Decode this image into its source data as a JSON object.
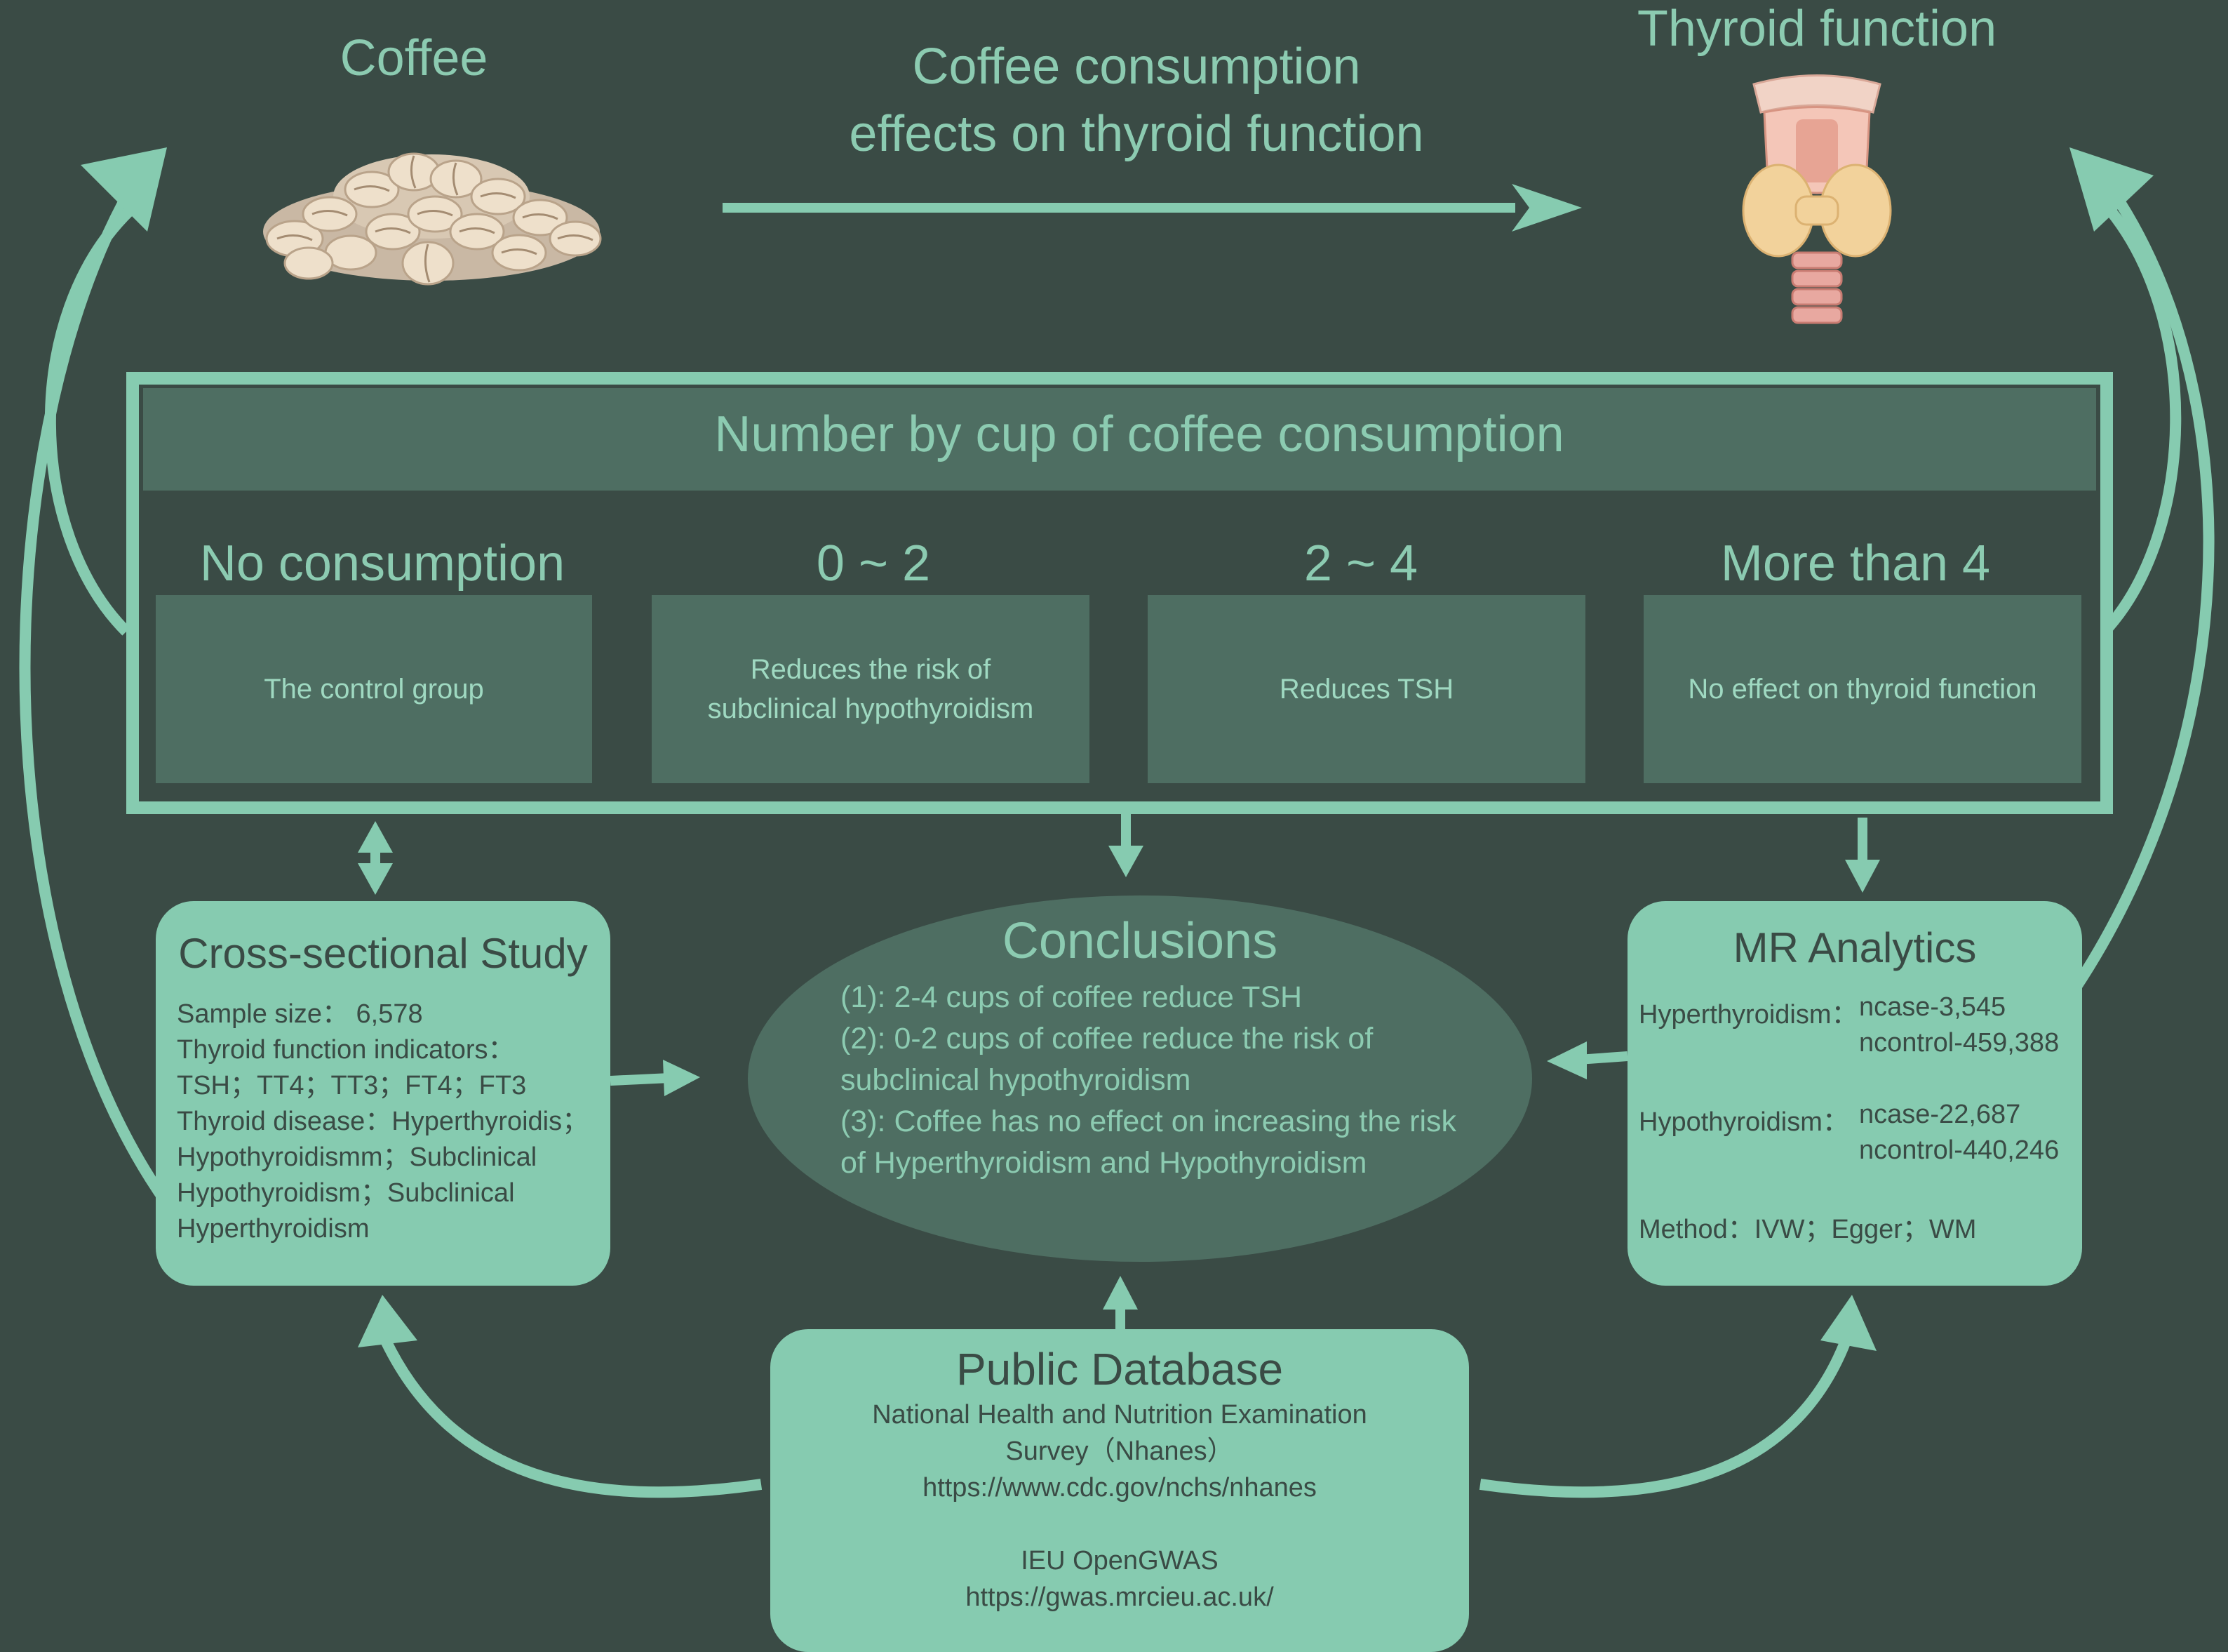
{
  "header": {
    "coffee_label": "Coffee",
    "title_line1": "Coffee consumption",
    "title_line2": "effects on thyroid function",
    "thyroid_label": "Thyroid function"
  },
  "consumption": {
    "heading": "Number by cup of coffee consumption",
    "categories": [
      {
        "label": "No consumption",
        "effect": "The control group"
      },
      {
        "label": "0 ~ 2",
        "effect": "Reduces the risk of\nsubclinical hypothyroidism"
      },
      {
        "label": "2 ~ 4",
        "effect": "Reduces TSH"
      },
      {
        "label": "More than 4",
        "effect": "No effect on thyroid function"
      }
    ]
  },
  "cross_sectional": {
    "title": "Cross-sectional Study",
    "lines": [
      "Sample size：  6,578",
      "Thyroid function indicators：",
      "TSH；TT4；TT3；FT4；FT3",
      "Thyroid disease：Hyperthyroidis；",
      "Hypothyroidismm；Subclinical",
      "Hypothyroidism；Subclinical",
      "Hyperthyroidism"
    ]
  },
  "conclusions": {
    "title": "Conclusions",
    "lines": [
      "(1): 2-4 cups of coffee reduce TSH",
      "(2): 0-2 cups of coffee reduce the risk of",
      "subclinical hypothyroidism",
      "(3): Coffee has no effect on increasing the risk",
      "of Hyperthyroidism and Hypothyroidism"
    ]
  },
  "mr": {
    "title": "MR Analytics",
    "hyper_label": "Hyperthyroidism：",
    "hyper_case": "ncase-3,545",
    "hyper_control": "ncontrol-459,388",
    "hypo_label": "Hypothyroidism：",
    "hypo_case": "ncase-22,687",
    "hypo_control": "ncontrol-440,246",
    "method": "Method：IVW；Egger；WM"
  },
  "database": {
    "title": "Public Database",
    "lines": [
      "National Health and Nutrition Examination",
      "Survey（Nhanes）",
      "https://www.cdc.gov/nchs/nhanes",
      "",
      "IEU OpenGWAS",
      "https://gwas.mrcieu.ac.uk/"
    ]
  },
  "colors": {
    "background": "#3a4b45",
    "accent": "#86cbb0",
    "panel": "#4e6e62",
    "text_light": "#8ccbb1",
    "text_dark": "#3a4b45"
  }
}
